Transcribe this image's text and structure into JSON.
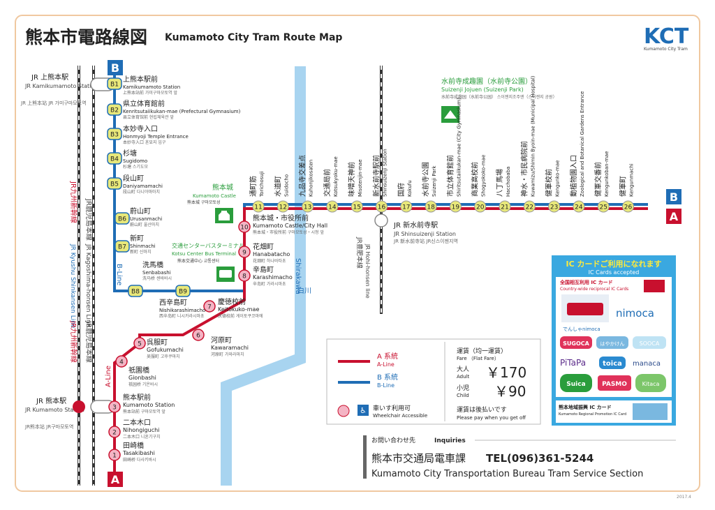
{
  "header": {
    "title_ja": "熊本市電路線図",
    "title_en": "Kumamoto City Tram Route Map",
    "logo_text": "KCT",
    "logo_sub": "Kumamoto City Tram"
  },
  "colors": {
    "a_line": "#c8102e",
    "b_line": "#1f6db5",
    "station_fill": "#e8e87a",
    "frame": "#f0c8a0",
    "river": "#a8d4f0",
    "jr": "#555555",
    "green": "#2a9d3c",
    "ic_bg": "#3aa8e0"
  },
  "line_badges": {
    "a": "A",
    "b": "B",
    "a_line_label": "A-Line",
    "b_line_label": "B-Line"
  },
  "a_stations": [
    {
      "num": "1",
      "ja": "田崎橋",
      "en": "Tasakibashi",
      "sub": "田崎桥  다사키바시"
    },
    {
      "num": "2",
      "ja": "二本木口",
      "en": "Nihongiguchi",
      "sub": "二本木口  니혼기구치"
    },
    {
      "num": "3",
      "ja": "熊本駅前",
      "en": "Kumamoto Station",
      "sub": "熊本站前  구마모토역 앞"
    },
    {
      "num": "4",
      "ja": "祇園橋",
      "en": "Gionbashi",
      "sub": "祇园桥  기온바시"
    },
    {
      "num": "5",
      "ja": "呉服町",
      "en": "Gofukumachi",
      "sub": "吴服町  고후쿠마치"
    },
    {
      "num": "6",
      "ja": "河原町",
      "en": "Kawaramachi",
      "sub": "河原町  가와라마치"
    },
    {
      "num": "7",
      "ja": "慶徳校前",
      "en": "Keitokuko-mae",
      "sub": "庆德校前  게이토쿠코마에"
    },
    {
      "num": "8",
      "ja": "辛島町",
      "en": "Karashimacho",
      "sub": "辛岛町  가라시마초"
    },
    {
      "num": "9",
      "ja": "花畑町",
      "en": "Hanabatacho",
      "sub": "花畑町  하나바타초"
    },
    {
      "num": "10",
      "ja": "熊本城・市役所前",
      "en": "Kumamoto Castle/City Hall",
      "sub": "熊本城・市役所前  구마모토성・시청 앞"
    }
  ],
  "top_stations": [
    {
      "num": "11",
      "ja": "通町筋",
      "en": "Torichosuji"
    },
    {
      "num": "12",
      "ja": "水道町",
      "en": "Suidocho"
    },
    {
      "num": "13",
      "ja": "九品寺交差点",
      "en": "Kuhonjikosaten"
    },
    {
      "num": "14",
      "ja": "交通局前",
      "en": "Kotsukyoku-mae"
    },
    {
      "num": "15",
      "ja": "味噌天神前",
      "en": "Misotenjin-mae"
    },
    {
      "num": "16",
      "ja": "新水前寺駅前",
      "en": "Shinsuizenji Station"
    },
    {
      "num": "17",
      "ja": "国府",
      "en": "Kokufu"
    },
    {
      "num": "18",
      "ja": "水前寺公園",
      "en": "Suizenji Park"
    },
    {
      "num": "19",
      "ja": "市立体育館前",
      "en": "Shiritsutaiikukan-mae (City Gymnasium)"
    },
    {
      "num": "20",
      "ja": "商業高校前",
      "en": "Shogyokoko-mae"
    },
    {
      "num": "21",
      "ja": "八丁馬場",
      "en": "Hacchobaba"
    },
    {
      "num": "22",
      "ja": "神水・市民病院前",
      "en": "Kuwamizu/Shimin Byoin-mae (Municipal Hospital)"
    },
    {
      "num": "23",
      "ja": "健軍校前",
      "en": "Kengunko-mae"
    },
    {
      "num": "24",
      "ja": "動植物園入口",
      "en": "Zoological and Botanical Gardens Entrance"
    },
    {
      "num": "25",
      "ja": "健軍交番前",
      "en": "Kengunkoban-mae"
    },
    {
      "num": "26",
      "ja": "健軍町",
      "en": "Kengunmachi"
    }
  ],
  "b_stations": [
    {
      "num": "B1",
      "ja": "上熊本駅前",
      "en": "Kamikumamoto Station",
      "sub": "上熊本站前  가미구마모토역 앞"
    },
    {
      "num": "B2",
      "ja": "県立体育館前",
      "en": "Kenritsutaiikukan-mae (Prefectural Gymnasium)",
      "sub": "县立体育馆前  현립체육관 앞"
    },
    {
      "num": "B3",
      "ja": "本妙寺入口",
      "en": "Honmyoji Temple Entrance",
      "sub": "本妙寺入口  혼묘지 입구"
    },
    {
      "num": "B4",
      "ja": "杉塘",
      "en": "Sugidomo",
      "sub": "杉塘  스기도모"
    },
    {
      "num": "B5",
      "ja": "段山町",
      "en": "Daniyamamachi",
      "sub": "段山町  다니야마마치"
    },
    {
      "num": "B6",
      "ja": "蔚山町",
      "en": "Urusanmachi",
      "sub": "蔚山町  울산마치"
    },
    {
      "num": "B7",
      "ja": "新町",
      "en": "Shinmachi",
      "sub": "新町  신마치"
    },
    {
      "num": "B8",
      "ja": "洗馬橋",
      "en": "Senbabashi",
      "sub": "洗马桥  센바바시"
    },
    {
      "num": "B9",
      "ja": "西辛島町",
      "en": "Nishikarashimacho",
      "sub": "西辛岛町  니시카라시마초"
    }
  ],
  "jr": {
    "kamikumamoto_ja": "JR 上熊本駅",
    "kamikumamoto_en": "JR Kamikumamoto Station",
    "kamikumamoto_sub": "JR 上熊本站  JR 가미구마모토역",
    "kumamoto_ja": "JR 熊本駅",
    "kumamoto_en": "JR Kumamoto Station",
    "kumamoto_sub": "JR熊本站  JR구마모토역",
    "shinsuizenji_ja": "JR 新水前寺駅",
    "shinsuizenji_en": "JR Shinsuizenji Station",
    "shinsuizenji_sub": "JR 新水前寺站  JR신스이젠지역",
    "kyushu_shinkansen_ja": "JR九州新幹線",
    "kyushu_shinkansen_en": "JR Kyushu Shinkansen Line",
    "kagoshima_ja": "JR鹿児島本線",
    "kagoshima_en": "JR Kagoshima-honsen Line",
    "hohi_ja": "JR豊肥本線",
    "hohi_en": "JR Hohi-honsen line"
  },
  "landmarks": {
    "castle_ja": "熊本城",
    "castle_en": "Kumamoto Castle",
    "castle_sub": "熊本城  구마모토성",
    "bus_ja": "交通センターバスターミナル",
    "bus_en": "Kotsu Center Bus Terminal",
    "bus_sub": "熊本交通中心  교통센터",
    "suizenji_ja": "水前寺成趣園（水前寺公園）",
    "suizenji_en": "Suizenji Jojuen (Suizenji Park)",
    "suizenji_sub": "水前寺成趣园（水前寺公园）  스이젠지조주엔（스이젠지 공원）",
    "river_ja": "白川",
    "river_en": "Shirakawa"
  },
  "legend": {
    "a_ja": "A 系統",
    "a_en": "A-Line",
    "b_ja": "B 系統",
    "b_en": "B-Line",
    "wheel_ja": "車いす利用可",
    "wheel_en": "Wheelchair Accessible",
    "fare_ja": "運賃（均一運賃）",
    "fare_en": "Fare （Flat Fare）",
    "adult_ja": "大人",
    "adult_en": "Adult",
    "adult_price": "￥170",
    "child_ja": "小児",
    "child_en": "Child",
    "child_price": "￥90",
    "pay_ja": "運賃は後払いです",
    "pay_en": "Please pay when you get off"
  },
  "ic": {
    "title_ja": "IC カードご利用になれます",
    "title_en": "IC Cards accepted",
    "sub_ja": "全国相互利用 IC カード",
    "sub_en": "Country-wide reciprocal IC Cards",
    "denshamimoca": "でんしゃnimoca",
    "cards": [
      "nimoca",
      "SUGOCA",
      "はやかけん",
      "SOOCA",
      "PiTaPa",
      "toica",
      "manaca",
      "Suica",
      "PASMO",
      "Kitaca"
    ],
    "regional_ja": "熊本地域振興 IC カード",
    "regional_en": "Kumamoto Regional Promotion IC Card"
  },
  "inquiry": {
    "label_ja": "お問い合わせ先",
    "label_en": "Inquiries",
    "org_ja": "熊本市交通局電車課",
    "tel": "TEL(096)361-5244",
    "org_en": "Kumamoto City Transportation Bureau Tram Service Section"
  },
  "footer": {
    "date": "2017.4"
  }
}
